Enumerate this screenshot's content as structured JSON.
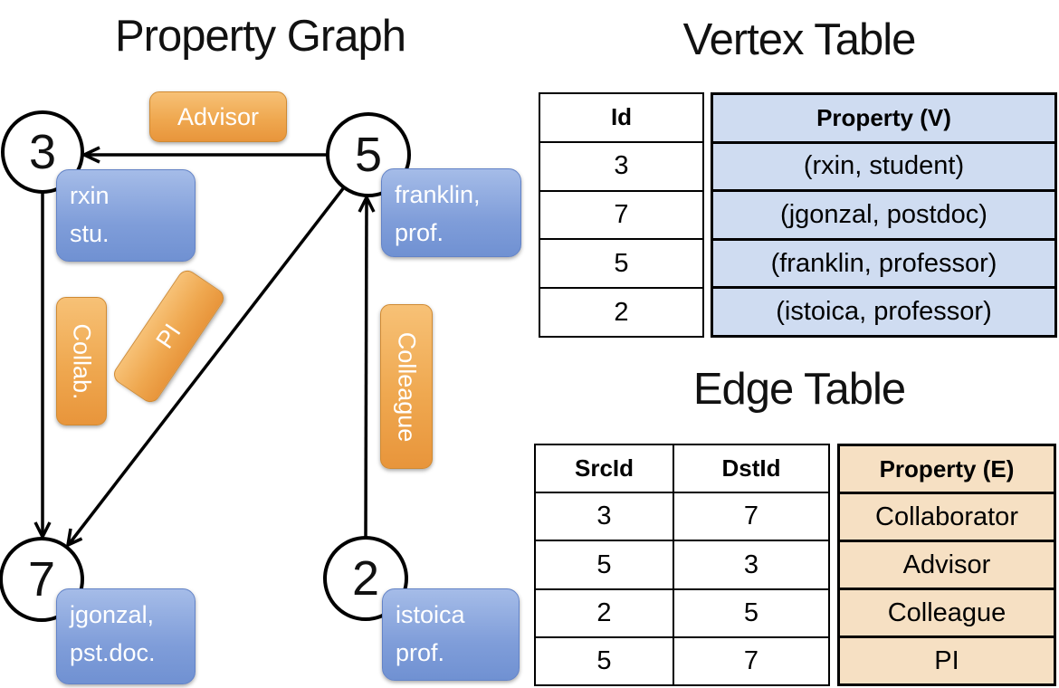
{
  "titles": {
    "graph": "Property Graph",
    "vertex_table": "Vertex Table",
    "edge_table": "Edge Table"
  },
  "graph": {
    "nodes": [
      {
        "id": "3",
        "property": [
          "rxin",
          "stu."
        ]
      },
      {
        "id": "5",
        "property": [
          "franklin,",
          "prof."
        ]
      },
      {
        "id": "7",
        "property": [
          "jgonzal,",
          "pst.doc."
        ]
      },
      {
        "id": "2",
        "property": [
          "istoica",
          "prof."
        ]
      }
    ],
    "edges": [
      {
        "src": "5",
        "dst": "3",
        "label": "Advisor"
      },
      {
        "src": "3",
        "dst": "7",
        "label": "Collab."
      },
      {
        "src": "5",
        "dst": "7",
        "label": "PI"
      },
      {
        "src": "2",
        "dst": "5",
        "label": "Colleague"
      }
    ]
  },
  "vertex_table": {
    "columns": [
      "Id",
      "Property (V)"
    ],
    "rows": [
      [
        "3",
        "(rxin, student)"
      ],
      [
        "7",
        "(jgonzal, postdoc)"
      ],
      [
        "5",
        "(franklin, professor)"
      ],
      [
        "2",
        "(istoica, professor)"
      ]
    ]
  },
  "edge_table": {
    "columns": [
      "SrcId",
      "DstId",
      "Property (E)"
    ],
    "rows": [
      [
        "3",
        "7",
        "Collaborator"
      ],
      [
        "5",
        "3",
        "Advisor"
      ],
      [
        "2",
        "5",
        "Colleague"
      ],
      [
        "5",
        "7",
        "PI"
      ]
    ]
  },
  "colors": {
    "vertex_table_fill": "#cfdcf1",
    "edge_table_fill": "#f6e0c3",
    "edge_pill_orange": "#efa850",
    "vertex_pill_blue": "#7f9dd9",
    "stroke": "#000000"
  }
}
